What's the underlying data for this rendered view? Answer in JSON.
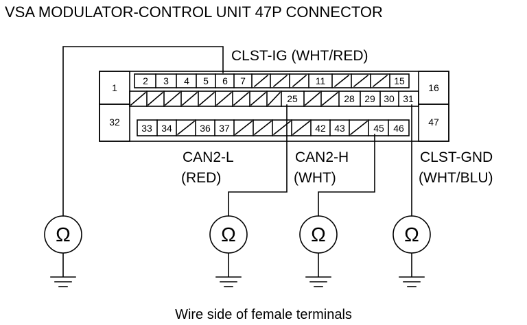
{
  "title": "VSA MODULATOR-CONTROL UNIT 47P CONNECTOR",
  "caption": "Wire side of female terminals",
  "omega_symbol": "Ω",
  "labels": {
    "clst_ig": "CLST-IG (WHT/RED)",
    "can2_l": "CAN2-L",
    "can2_l_color": "(RED)",
    "can2_h": "CAN2-H",
    "can2_h_color": "(WHT)",
    "clst_gnd": "CLST-GND",
    "clst_gnd_color": "(WHT/BLU)"
  },
  "terminals": {
    "t1": "1",
    "t2": "2",
    "t3": "3",
    "t4": "4",
    "t5": "5",
    "t6": "6",
    "t7": "7",
    "t11": "11",
    "t15": "15",
    "t16": "16",
    "t25": "25",
    "t28": "28",
    "t29": "29",
    "t30": "30",
    "t31": "31",
    "t32": "32",
    "t33": "33",
    "t34": "34",
    "t36": "36",
    "t37": "37",
    "t42": "42",
    "t43": "43",
    "t45": "45",
    "t46": "46",
    "t47": "47"
  }
}
